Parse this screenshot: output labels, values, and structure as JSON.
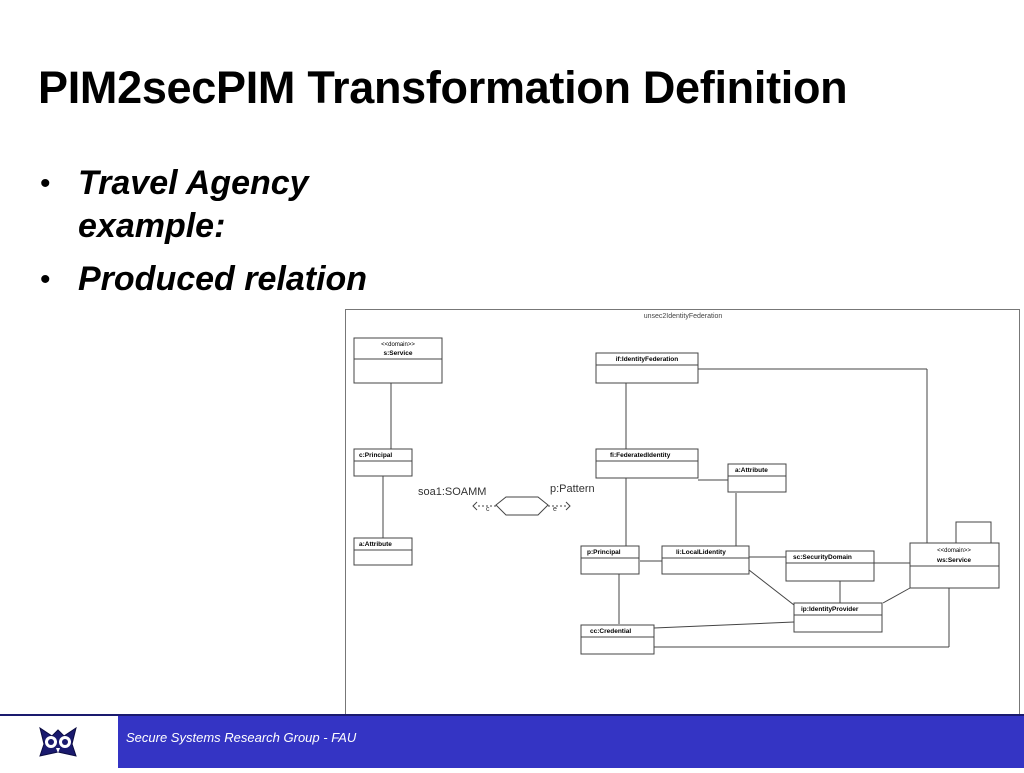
{
  "slide": {
    "title": "PIM2secPIM Transformation Definition",
    "bullets": [
      {
        "text": "Travel Agency example:"
      },
      {
        "text": "Produced relation"
      }
    ]
  },
  "diagram": {
    "frame_title": "unsec2IdentityFederation",
    "left_domain": {
      "stereotype": "<<domain>>",
      "name": "s:Service"
    },
    "left_principal": "c:Principal",
    "left_attribute": "a:Attribute",
    "pattern": {
      "left_label": "soa1:SOAMM",
      "right_label": "p:Pattern",
      "left_role": "c",
      "right_role": "e"
    },
    "identity_federation": "if:IdentityFederation",
    "federated_identity": "fi:FederatedIdentity",
    "right_attribute": "a:Attribute",
    "right_principal": "p:Principal",
    "local_identity": "li:LocalLidentity",
    "security_domain": "sc:SecurityDomain",
    "ws_service": {
      "stereotype": "<<domain>>",
      "name": "ws:Service"
    },
    "identity_provider": "ip:IdentityProvider",
    "credential": "cc:Credential"
  },
  "footer": {
    "text": "Secure Systems Research Group - FAU",
    "logo_icon": "owl-logo-icon",
    "bar_color": "#3434c4"
  }
}
